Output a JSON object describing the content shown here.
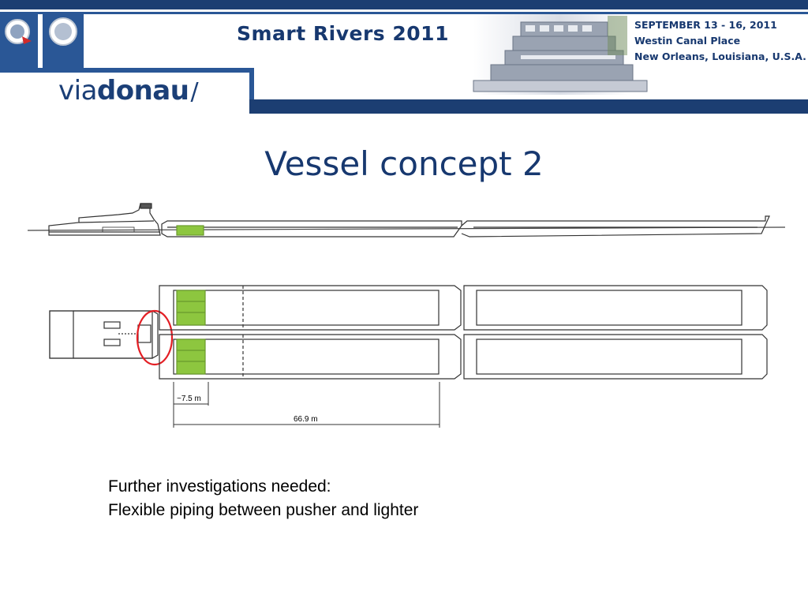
{
  "header": {
    "event_title": "Smart Rivers 2011",
    "event_dates": "SEPTEMBER 13 - 16, 2011",
    "event_venue": "Westin Canal Place",
    "event_location": "New Orleans, Louisiana, U.S.A.",
    "org_logo": {
      "part1": "via",
      "part2": "donau",
      "mark": "/"
    },
    "colors": {
      "navy": "#17386f",
      "banner_blue": "#1f4f8f"
    }
  },
  "slide": {
    "title": "Vessel concept 2"
  },
  "drawing": {
    "dimension_small": "~7.5 m",
    "dimension_large": "66.9 m",
    "highlight_color": "#8dc63f",
    "circle_color": "#e31e24"
  },
  "notes": {
    "line1": "Further investigations needed:",
    "line2": "Flexible piping between pusher and lighter"
  }
}
